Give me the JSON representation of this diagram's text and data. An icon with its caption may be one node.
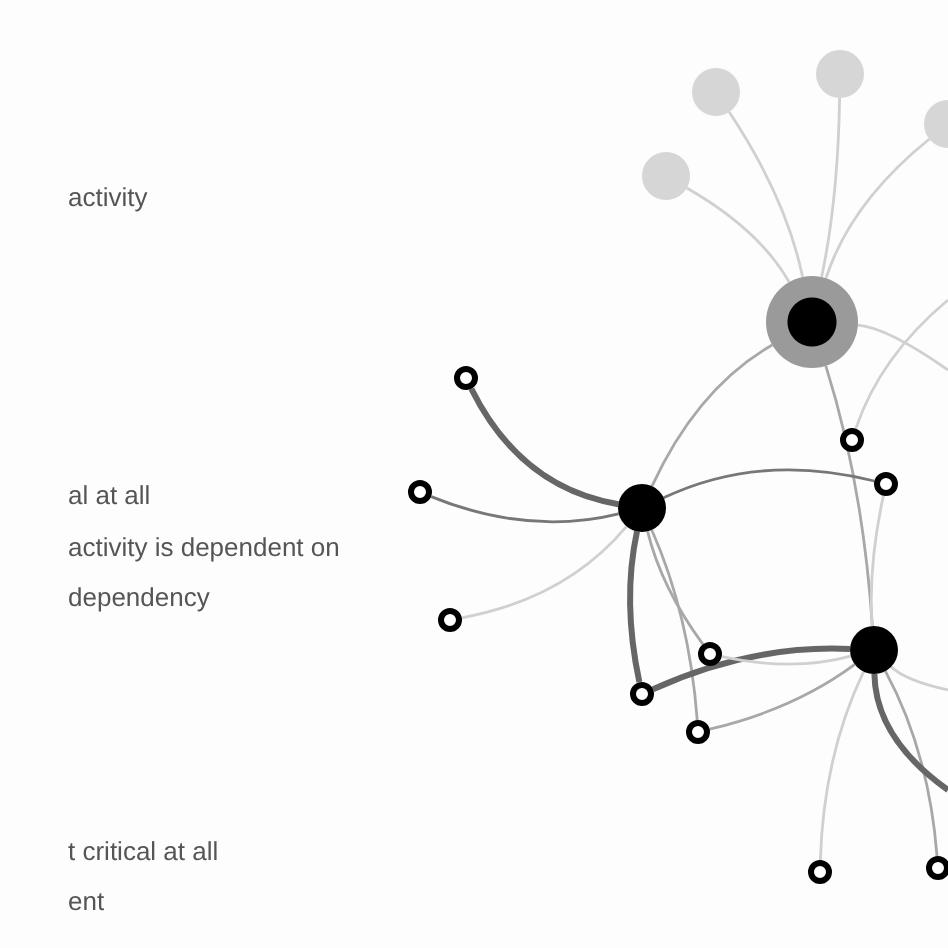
{
  "diagram": {
    "nodes": [
      {
        "text": [],
        "shape": "circle"
      },
      {
        "text": [],
        "shape": "circle"
      },
      {
        "text": [],
        "shape": "circle"
      },
      {
        "text": [],
        "shape": "circle"
      },
      {
        "text": [],
        "shape": "circle"
      },
      {
        "text": [],
        "shape": "circle"
      },
      {
        "text": [],
        "shape": "circle"
      },
      {
        "text": [],
        "shape": "circle"
      },
      {
        "text": [],
        "shape": "circle"
      },
      {
        "text": [],
        "shape": "circle"
      },
      {
        "text": [],
        "shape": "circle"
      },
      {
        "text": [],
        "shape": "circle"
      },
      {
        "text": [],
        "shape": "circle"
      },
      {
        "text": [],
        "shape": "circle"
      },
      {
        "text": [],
        "shape": "circle"
      },
      {
        "text": [],
        "shape": "circle"
      },
      {
        "text": [],
        "shape": "circle"
      }
    ],
    "edges": [
      {
        "from": 3,
        "to": 4,
        "arrow": "none",
        "color": "#d0d0d0"
      },
      {
        "from": 0,
        "to": 4,
        "arrow": "none",
        "color": "#d0d0d0"
      },
      {
        "from": 1,
        "to": 4,
        "arrow": "none",
        "color": "#d0d0d0"
      },
      {
        "from": 2,
        "to": 4,
        "arrow": "none",
        "color": "#d0d0d0"
      },
      {
        "from": 4,
        "to": 9,
        "arrow": "none"
      },
      {
        "from": 4,
        "to": 11,
        "arrow": "none"
      },
      {
        "from": 4,
        "to": null,
        "arrow": "none",
        "color": "#d0d0d0"
      },
      {
        "from": 9,
        "to": 5,
        "arrow": "none",
        "style": "thick",
        "color": "#666666"
      },
      {
        "from": 9,
        "to": 8,
        "arrow": "none",
        "color": "#777777"
      },
      {
        "from": 9,
        "to": 10,
        "arrow": "none",
        "color": "#d0d0d0"
      },
      {
        "from": 9,
        "to": 7,
        "arrow": "none",
        "color": "#777777"
      },
      {
        "from": 6,
        "to": null,
        "arrow": "none",
        "color": "#d0d0d0"
      },
      {
        "from": 9,
        "to": 13,
        "arrow": "none",
        "style": "thick",
        "color": "#666666"
      },
      {
        "from": 9,
        "to": 12,
        "arrow": "none"
      },
      {
        "from": 9,
        "to": 14,
        "arrow": "none"
      },
      {
        "from": 13,
        "to": 11,
        "arrow": "none",
        "style": "thick",
        "color": "#666666"
      },
      {
        "from": 12,
        "to": 11,
        "arrow": "none",
        "color": "#d0d0d0"
      },
      {
        "from": 14,
        "to": 11,
        "arrow": "none"
      },
      {
        "from": 11,
        "to": 16,
        "arrow": "none",
        "color": "#d0d0d0"
      },
      {
        "from": 11,
        "to": 15,
        "arrow": "none"
      },
      {
        "from": 11,
        "to": 7,
        "arrow": "none",
        "color": "#d0d0d0"
      },
      {
        "from": 11,
        "to": null,
        "arrow": "none",
        "color": "#d0d0d0"
      },
      {
        "from": 11,
        "to": null,
        "arrow": "none",
        "style": "thick",
        "color": "#666666"
      }
    ],
    "labels": [
      "activity",
      "al at all",
      "activity is dependent on",
      "dependency",
      "t critical at all",
      "ent"
    ]
  }
}
